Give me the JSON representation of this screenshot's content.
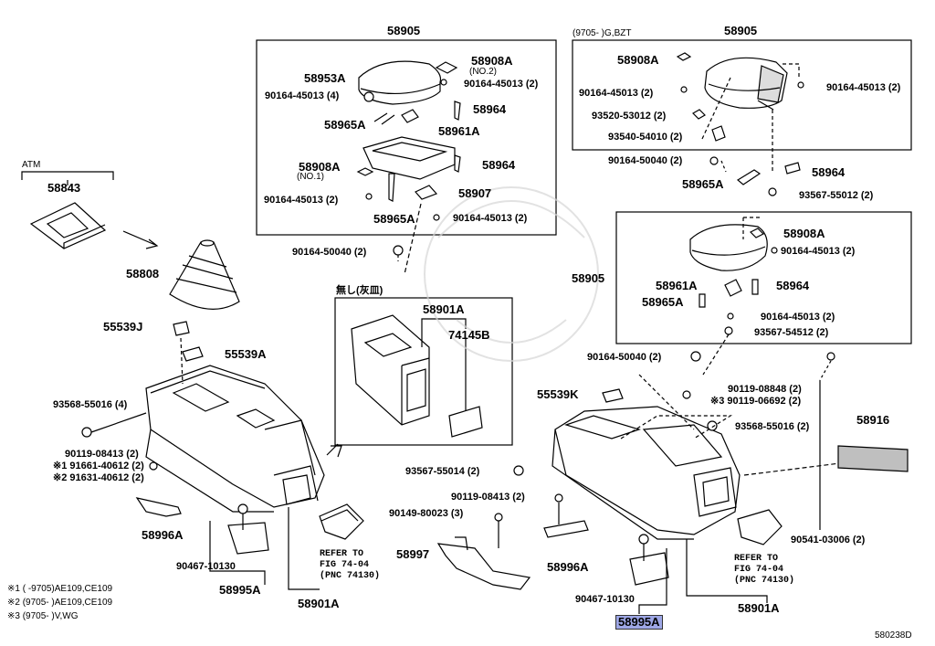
{
  "labels": {
    "box1_title": "58905",
    "box1_58908a_no2": "58908A",
    "box1_no2": "(NO.2)",
    "box1_58953a": "58953A",
    "box1_90164_2": "90164-45013 (2)",
    "box1_90164_4": "90164-45013 (4)",
    "box1_58964a": "58964",
    "box1_58965a": "58965A",
    "box1_58961a": "58961A",
    "box1_58964b": "58964",
    "box1_58908a_no1": "58908A",
    "box1_no1": "(NO.1)",
    "box1_90164_2b": "90164-45013 (2)",
    "box1_58907": "58907",
    "box1_58965a_b": "58965A",
    "box1_90164_2c": "90164-45013 (2)",
    "mid_90164_50040": "90164-50040 (2)",
    "atm": "ATM",
    "p58843": "58843",
    "p58808": "58808",
    "p55539j": "55539J",
    "p55539a": "55539A",
    "p93568_4": "93568-55016 (4)",
    "p90119_l": "90119-08413 (2)",
    "p91661": "※1 91661-40612 (2)",
    "p91631": "※2 91631-40612 (2)",
    "p58996a_l": "58996A",
    "p90467_l": "90467-10130",
    "p58995a_l": "58995A",
    "p58901a_l": "58901A",
    "nashi": "無し(灰皿)",
    "inset_58901a": "58901A",
    "inset_74145b": "74145B",
    "refer1_line1": "REFER TO",
    "refer1_line2": "FIG 74-04",
    "refer1_line3": "(PNC 74130)",
    "p58997": "58997",
    "p90149": "90149-80023 (3)",
    "p93567_r": "93567-55014 (2)",
    "p90119_r": "90119-08413 (2)",
    "p58996a_r": "58996A",
    "p90467_r": "90467-10130",
    "p58995a_r": "58995A",
    "box2_note": "(9705-     )G,BZT",
    "box2_title": "58905",
    "box2_58908a": "58908A",
    "box2_90164_l": "90164-45013 (2)",
    "box2_90164_r": "90164-45013 (2)",
    "box2_93520": "93520-53012 (2)",
    "box2_93540": "93540-54010 (2)",
    "r_90164_50040_a": "90164-50040 (2)",
    "r_58965a": "58965A",
    "r_58964": "58964",
    "r_93567_55012": "93567-55012 (2)",
    "box3_58905": "58905",
    "box3_58908a": "58908A",
    "box3_90164_a": "90164-45013 (2)",
    "box3_58961a": "58961A",
    "box3_58964": "58964",
    "box3_58965a": "58965A",
    "box3_90164_b": "90164-45013 (2)",
    "box3_93567": "93567-54512 (2)",
    "r_90164_50040_b": "90164-50040 (2)",
    "r_55539k": "55539K",
    "r_90119_08848": "90119-08848 (2)",
    "r_90119_06692": "※3 90119-06692 (2)",
    "r_93568_2": "93568-55016 (2)",
    "p58916": "58916",
    "p90541": "90541-03006 (2)",
    "refer2_line1": "REFER TO",
    "refer2_line2": "FIG 74-04",
    "refer2_line3": "(PNC 74130)",
    "p58901a_r": "58901A",
    "note1": "※1 (     -9705)AE109,CE109",
    "note2": "※2 (9705-     )AE109,CE109",
    "note3": "※3 (9705-     )V,WG",
    "diagram_id": "580238D"
  },
  "colors": {
    "line": "#000000",
    "highlight": "#9ea7e6",
    "part_fill": "#ffffff",
    "shade": "#cfcfcf"
  }
}
